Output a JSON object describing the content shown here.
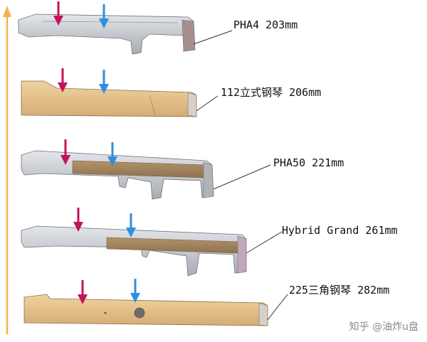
{
  "colors": {
    "axis_arrow": "#f2b44a",
    "red_arrow": "#c4135a",
    "blue_arrow": "#2e8fe0",
    "metal": "#c9ccd1",
    "wood": "#e3c08a",
    "leader": "#333333"
  },
  "keys": [
    {
      "label": "PHA4 203mm"
    },
    {
      "label": "112立式钢琴 206mm"
    },
    {
      "label": "PHA50 221mm"
    },
    {
      "label": "Hybrid Grand 261mm"
    },
    {
      "label": "225三角钢琴 282mm"
    }
  ],
  "watermark": "知乎 @油炸u盘"
}
